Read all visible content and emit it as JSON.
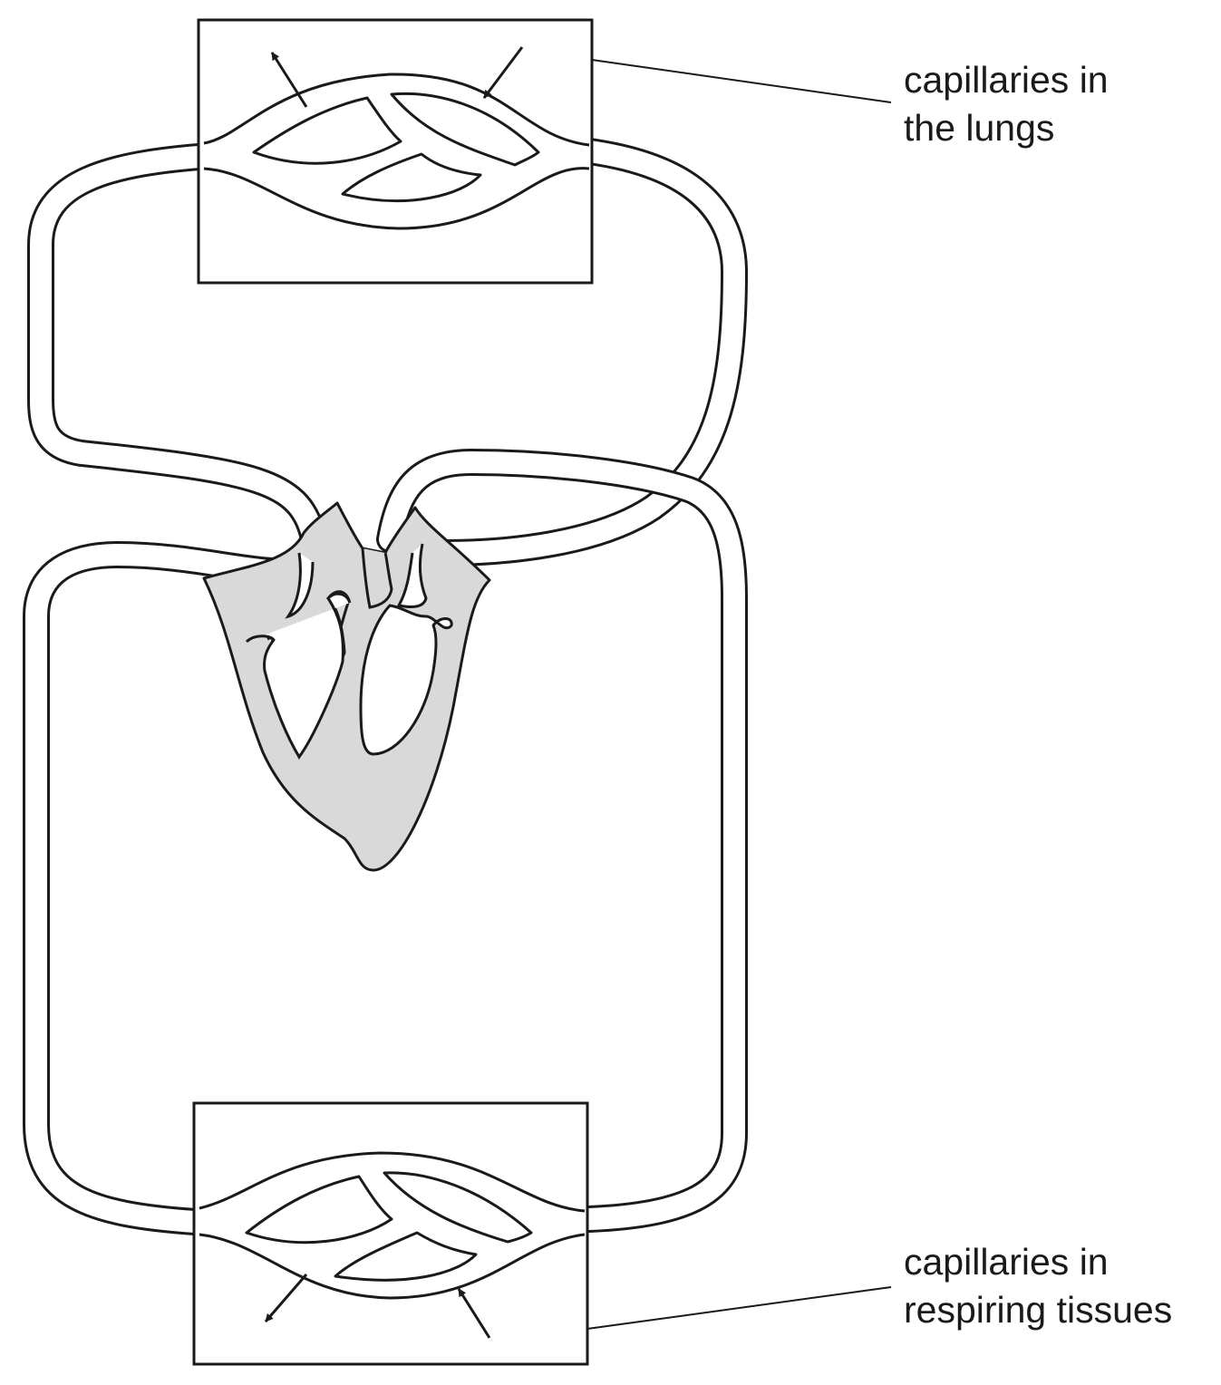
{
  "colors": {
    "line": "#1a1a1a",
    "heart_fill": "#d9d9d9",
    "background": "#ffffff"
  },
  "labels": {
    "lungs": {
      "line1": "capillaries in",
      "line2": "the lungs"
    },
    "tissues": {
      "line1": "capillaries in",
      "line2": "respiring tissues"
    }
  }
}
